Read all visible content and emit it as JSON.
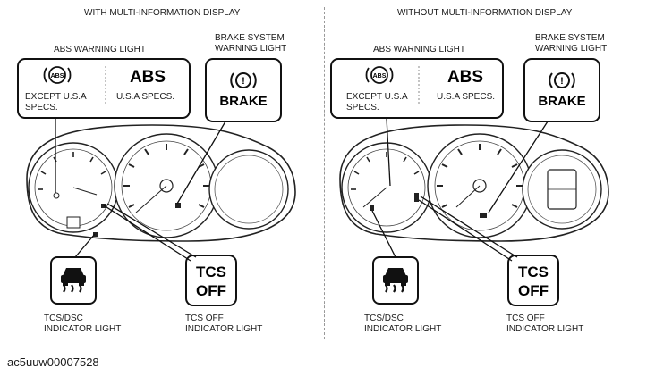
{
  "headers": {
    "left": "WITH MULTI-INFORMATION DISPLAY",
    "right": "WITHOUT MULTI-INFORMATION DISPLAY"
  },
  "labels": {
    "abs_warning_light": "ABS WARNING LIGHT",
    "brake_system_warning_light": "BRAKE SYSTEM\nWARNING LIGHT",
    "except_usa": "EXCEPT U.S.A\nSPECS.",
    "usa_specs": "U.S.A SPECS.",
    "tcs_dsc_indicator": "TCS/DSC\nINDICATOR LIGHT",
    "tcs_off_indicator": "TCS OFF\nINDICATOR LIGHT"
  },
  "symbols": {
    "abs_text": "ABS",
    "abs_circle_text": "ABS",
    "brake_text": "BRAKE",
    "brake_excl": "!",
    "tcs_text": "TCS",
    "off_text": "OFF"
  },
  "image_code": "ac5uuw00007528"
}
